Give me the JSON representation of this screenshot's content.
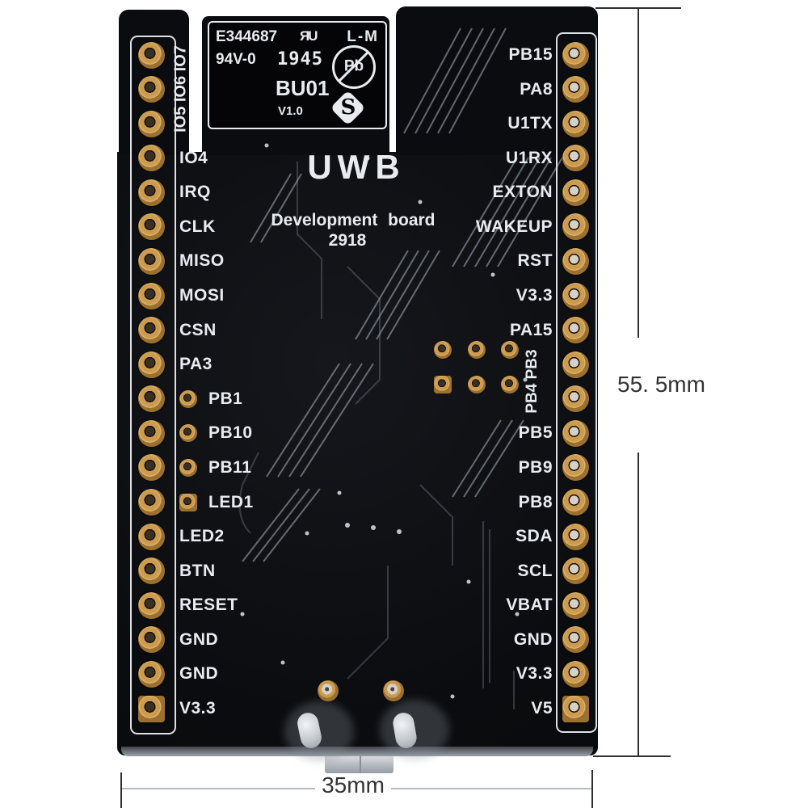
{
  "module_label": {
    "cert_id": "E344687",
    "ul_mark": "ЯU",
    "cert_suffix": "L-M",
    "flammability": "94V-0",
    "date_code": "1945",
    "pb_mark": "Pb",
    "model": "BU01",
    "version": "V1.0",
    "logo_letter": "S"
  },
  "board_text": {
    "title": "UWB",
    "subtitle": "Development board",
    "board_number": "2918"
  },
  "pins": {
    "header_rows": 20,
    "left_vertical_label": "IO5 IO6 IO7",
    "right_vertical_label": "PB4 PB3",
    "left_labels": [
      {
        "label": "IO4",
        "row": 3
      },
      {
        "label": "IRQ",
        "row": 4
      },
      {
        "label": "CLK",
        "row": 5
      },
      {
        "label": "MISO",
        "row": 6
      },
      {
        "label": "MOSI",
        "row": 7
      },
      {
        "label": "CSN",
        "row": 8
      },
      {
        "label": "PA3",
        "row": 9
      },
      {
        "label": "LED2",
        "row": 14
      },
      {
        "label": "BTN",
        "row": 15
      },
      {
        "label": "RESET",
        "row": 16
      },
      {
        "label": "GND",
        "row": 17
      },
      {
        "label": "GND",
        "row": 18
      },
      {
        "label": "V3.3",
        "row": 19
      }
    ],
    "inner_left": [
      {
        "label": "PB1",
        "row": 10,
        "square": false
      },
      {
        "label": "PB10",
        "row": 11,
        "square": false
      },
      {
        "label": "PB11",
        "row": 12,
        "square": false
      },
      {
        "label": "LED1",
        "row": 13,
        "square": true
      }
    ],
    "right_labels": [
      {
        "label": "PB15",
        "row": 0
      },
      {
        "label": "PA8",
        "row": 1
      },
      {
        "label": "U1TX",
        "row": 2
      },
      {
        "label": "U1RX",
        "row": 3
      },
      {
        "label": "EXTON",
        "row": 4
      },
      {
        "label": "WAKEUP",
        "row": 5
      },
      {
        "label": "RST",
        "row": 6
      },
      {
        "label": "V3.3",
        "row": 7
      },
      {
        "label": "PA15",
        "row": 8
      },
      {
        "label": "PB5",
        "row": 11
      },
      {
        "label": "PB9",
        "row": 12
      },
      {
        "label": "PB8",
        "row": 13
      },
      {
        "label": "SDA",
        "row": 14
      },
      {
        "label": "SCL",
        "row": 15
      },
      {
        "label": "VBAT",
        "row": 16
      },
      {
        "label": "GND",
        "row": 17
      },
      {
        "label": "V3.3",
        "row": 18
      },
      {
        "label": "V5",
        "row": 19
      }
    ]
  },
  "dimensions": {
    "height_label": "55. 5mm",
    "width_label": "35mm"
  },
  "colors": {
    "background": "#ffffff",
    "pcb_dark": "#0b0c0f",
    "silkscreen": "#e8ecf0",
    "pad_gold": "#cb9b4f",
    "pad_gold_dark": "#9c7130",
    "hole_dark": "#3a2f21",
    "hole_silver": "#d6d0c6",
    "dimension_line": "#2e2e2e",
    "dimension_line_light": "#b9bcbe",
    "dimension_text": "#333333"
  }
}
